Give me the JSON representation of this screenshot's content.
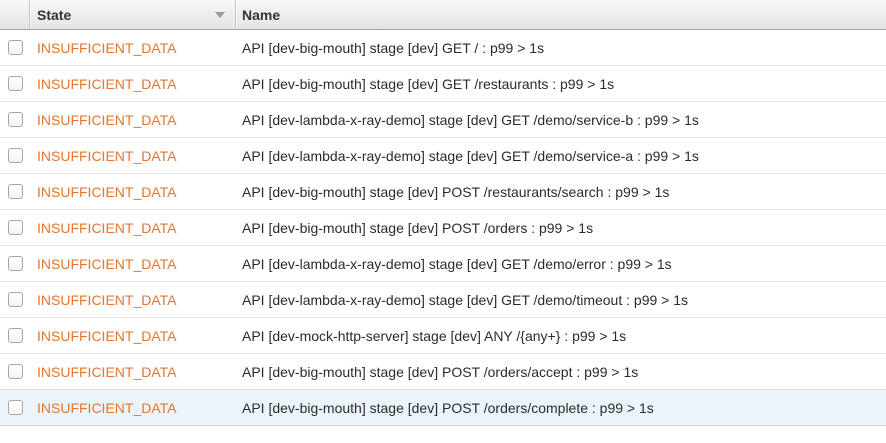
{
  "table": {
    "columns": [
      {
        "id": "state",
        "label": "State",
        "sortable": true,
        "sort_direction": "descending"
      },
      {
        "id": "name",
        "label": "Name",
        "sortable": true
      }
    ],
    "rows": [
      {
        "state": "INSUFFICIENT_DATA",
        "name": "API [dev-big-mouth] stage [dev] GET / : p99 > 1s"
      },
      {
        "state": "INSUFFICIENT_DATA",
        "name": "API [dev-big-mouth] stage [dev] GET /restaurants : p99 > 1s"
      },
      {
        "state": "INSUFFICIENT_DATA",
        "name": "API [dev-lambda-x-ray-demo] stage [dev] GET /demo/service-b : p99 > 1s"
      },
      {
        "state": "INSUFFICIENT_DATA",
        "name": "API [dev-lambda-x-ray-demo] stage [dev] GET /demo/service-a : p99 > 1s"
      },
      {
        "state": "INSUFFICIENT_DATA",
        "name": "API [dev-big-mouth] stage [dev] POST /restaurants/search : p99 > 1s"
      },
      {
        "state": "INSUFFICIENT_DATA",
        "name": "API [dev-big-mouth] stage [dev] POST /orders : p99 > 1s"
      },
      {
        "state": "INSUFFICIENT_DATA",
        "name": "API [dev-lambda-x-ray-demo] stage [dev] GET /demo/error : p99 > 1s"
      },
      {
        "state": "INSUFFICIENT_DATA",
        "name": "API [dev-lambda-x-ray-demo] stage [dev] GET /demo/timeout : p99 > 1s"
      },
      {
        "state": "INSUFFICIENT_DATA",
        "name": "API [dev-mock-http-server] stage [dev] ANY /{any+} : p99 > 1s"
      },
      {
        "state": "INSUFFICIENT_DATA",
        "name": "API [dev-big-mouth] stage [dev] POST /orders/accept : p99 > 1s"
      },
      {
        "state": "INSUFFICIENT_DATA",
        "name": "API [dev-big-mouth] stage [dev] POST /orders/complete : p99 > 1s"
      }
    ],
    "highlighted_row_index": 10,
    "checkboxes_checked": []
  },
  "icons": {
    "sort_descending": "triangle-down"
  },
  "colors": {
    "state_insufficient_data": "#e0762f",
    "highlight_row_background": "#ecf4fb",
    "highlight_row_border": "#c5d9eb",
    "header_text": "#333333",
    "name_text": "#2b2b2b"
  }
}
